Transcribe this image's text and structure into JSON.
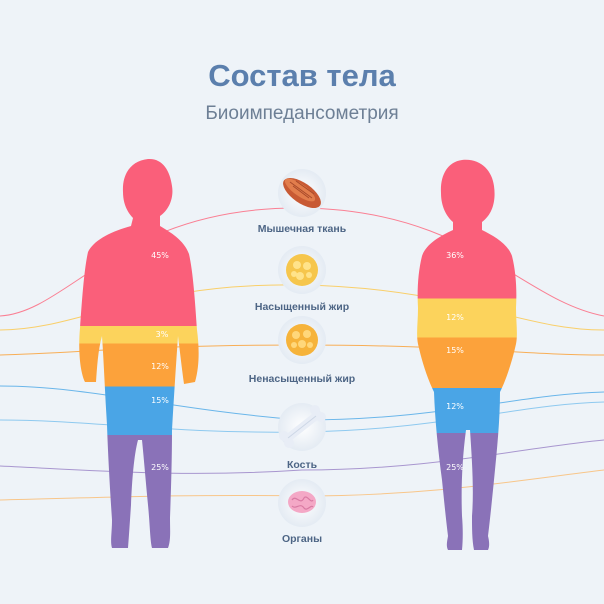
{
  "title": "Состав тела",
  "subtitle": "Биоимпедансометрия",
  "colors": {
    "background": "#eef3f8",
    "title": "#5b7fad",
    "muscle": "#fa5f7a",
    "saturated_fat": "#fcd35c",
    "unsaturated_fat": "#fca23b",
    "bone": "#4aa5e6",
    "organs": "#8a72b8"
  },
  "categories": [
    {
      "label": "Мышечная ткань",
      "icon": "muscle-icon"
    },
    {
      "label": "Насыщенный жир",
      "icon": "saturated-fat-icon"
    },
    {
      "label": "Ненасыщенный жир",
      "icon": "unsaturated-fat-icon"
    },
    {
      "label": "Кость",
      "icon": "bone-icon"
    },
    {
      "label": "Органы",
      "icon": "organs-icon"
    }
  ],
  "male": {
    "segments": [
      {
        "category": "Мышечная ткань",
        "percent": "45%"
      },
      {
        "category": "Насыщенный жир",
        "percent": "3%"
      },
      {
        "category": "Ненасыщенный жир",
        "percent": "12%"
      },
      {
        "category": "Кость",
        "percent": "15%"
      },
      {
        "category": "Органы",
        "percent": "25%"
      }
    ]
  },
  "female": {
    "segments": [
      {
        "category": "Мышечная ткань",
        "percent": "36%"
      },
      {
        "category": "Насыщенный жир",
        "percent": "12%"
      },
      {
        "category": "Ненасыщенный жир",
        "percent": "15%"
      },
      {
        "category": "Кость",
        "percent": "12%"
      },
      {
        "category": "Органы",
        "percent": "25%"
      }
    ]
  }
}
